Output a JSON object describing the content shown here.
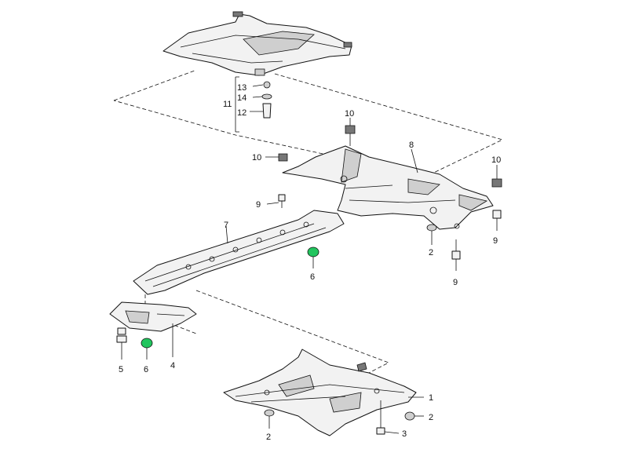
{
  "callouts": {
    "p1": "1",
    "p2": "2",
    "p3": "3",
    "p4": "4",
    "p5": "5",
    "p6": "6",
    "p7": "7",
    "p8": "8",
    "p9": "9",
    "p10": "10",
    "p11": "11",
    "p12": "12",
    "p13": "13",
    "p14": "14"
  },
  "colors": {
    "highlight": "#22c55e",
    "ink": "#111111",
    "part_fill": "#f2f2f2"
  }
}
